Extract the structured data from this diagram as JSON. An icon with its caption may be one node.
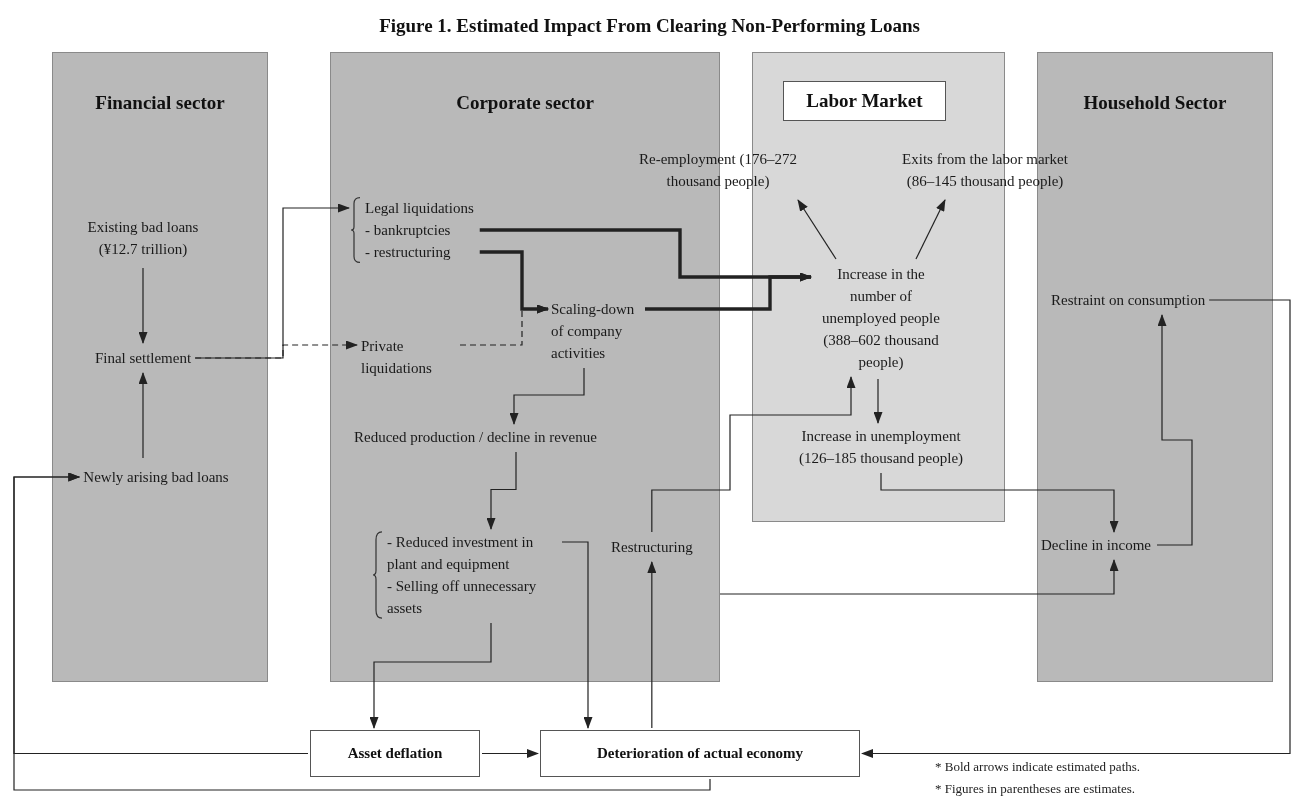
{
  "diagram": {
    "title": "Figure 1. Estimated Impact From Clearing Non-Performing Loans",
    "nodes": [
      {
        "text": [
          "Financial sector"
        ]
      },
      {
        "text": [
          "Corporate sector"
        ]
      },
      {
        "text": [
          "Labor Market"
        ]
      },
      {
        "text": [
          "Household Sector"
        ]
      },
      {
        "text": [
          "Existing bad loans (¥12.7 trillion)"
        ],
        "in": 0
      },
      {
        "text": [
          "Final settlement"
        ],
        "in": 0
      },
      {
        "text": [
          "Newly arising bad loans"
        ],
        "in": 0
      },
      {
        "text": [
          "Legal liquidations",
          "- bankruptcies",
          "- restructuring"
        ],
        "in": 1
      },
      {
        "text": [
          "Private liquidations"
        ],
        "in": 1
      },
      {
        "text": [
          "Scaling-down of company activities"
        ],
        "in": 1
      },
      {
        "text": [
          "Reduced production / decline in revenue"
        ],
        "in": 1
      },
      {
        "text": [
          "- Reduced investment in plant and equipment",
          "- Selling off unnecessary assets"
        ],
        "in": 1
      },
      {
        "text": [
          "Restructuring"
        ],
        "in": 1
      },
      {
        "text": [
          "Re-employment (176–272 thousand people)"
        ]
      },
      {
        "text": [
          "Exits from the labor market (86–145 thousand people)"
        ]
      },
      {
        "text": [
          "Increase in the number of unemployed people (388–602 thousand people)"
        ],
        "in": 2
      },
      {
        "text": [
          "Increase in unemployment (126–185 thousand people)"
        ],
        "in": 2
      },
      {
        "text": [
          "Restraint on consumption"
        ],
        "in": 3
      },
      {
        "text": [
          "Decline in income"
        ],
        "in": 3
      },
      {
        "text": [
          "Asset deflation"
        ]
      },
      {
        "text": [
          "Deterioration of actual economy"
        ]
      }
    ],
    "edges": [
      {
        "from": 4,
        "to": 5,
        "arrow": "to"
      },
      {
        "from": 6,
        "to": 5,
        "arrow": "to"
      },
      {
        "from": 5,
        "to": 7,
        "arrow": "to"
      },
      {
        "from": 5,
        "to": 8,
        "arrow": "to",
        "style": "dashed"
      },
      {
        "from": 7,
        "to": 15,
        "arrow": "to",
        "style": "thick"
      },
      {
        "from": 7,
        "to": 9,
        "arrow": "to",
        "style": "thick"
      },
      {
        "from": 8,
        "to": 9,
        "arrow": "to",
        "style": "dashed"
      },
      {
        "from": 9,
        "to": 15,
        "arrow": "to",
        "style": "thick"
      },
      {
        "from": 9,
        "to": 10,
        "arrow": "to"
      },
      {
        "from": 10,
        "to": 11,
        "arrow": "to"
      },
      {
        "from": 11,
        "to": 20,
        "arrow": "to"
      },
      {
        "from": 11,
        "to": 19,
        "arrow": "to"
      },
      {
        "from": 19,
        "to": 20,
        "arrow": "to"
      },
      {
        "from": 19,
        "to": 6,
        "arrow": "to"
      },
      {
        "from": 20,
        "to": 6,
        "arrow": "to"
      },
      {
        "from": 20,
        "to": 12,
        "arrow": "to"
      },
      {
        "from": 12,
        "to": 15,
        "arrow": "to"
      },
      {
        "from": 15,
        "to": 16,
        "arrow": "to"
      },
      {
        "from": 15,
        "to": 13,
        "arrow": "to"
      },
      {
        "from": 15,
        "to": 14,
        "arrow": "to"
      },
      {
        "from": 16,
        "to": 18,
        "arrow": "to"
      },
      {
        "from": 1,
        "to": 18,
        "arrow": "to"
      },
      {
        "from": 18,
        "to": 17,
        "arrow": "to"
      },
      {
        "from": 17,
        "to": 20,
        "arrow": "to"
      }
    ],
    "labels": [
      "* Bold arrows indicate estimated paths.",
      "* Figures in parentheses are estimates."
    ]
  }
}
